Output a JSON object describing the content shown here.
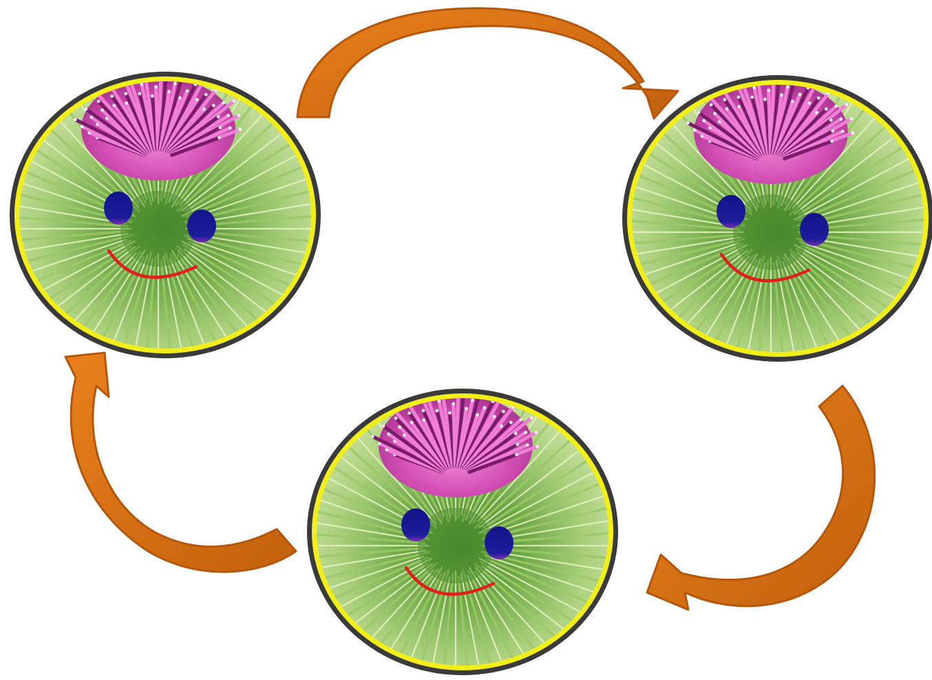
{
  "diagram": {
    "type": "cycle",
    "background_color": "#ffffff",
    "colors": {
      "frame_outer": "#3a3a3a",
      "frame_inner": "#f2ee1a",
      "arrow_fill": "#d9700f",
      "arrow_edge": "#b5560a",
      "eye": "#1a1a8c",
      "smile": "#e0201c",
      "flower_pink": "#d34fb5",
      "foliage_green": "#7fb54a"
    },
    "nodes": [
      {
        "id": "face-top-left",
        "icon": "thistle-face"
      },
      {
        "id": "face-top-right",
        "icon": "thistle-face"
      },
      {
        "id": "face-bottom",
        "icon": "thistle-face"
      }
    ],
    "edges": [
      {
        "from": "face-top-left",
        "to": "face-top-right",
        "icon": "curved-arrow"
      },
      {
        "from": "face-top-right",
        "to": "face-bottom",
        "icon": "curved-arrow"
      },
      {
        "from": "face-bottom",
        "to": "face-top-left",
        "icon": "curved-arrow"
      }
    ]
  }
}
